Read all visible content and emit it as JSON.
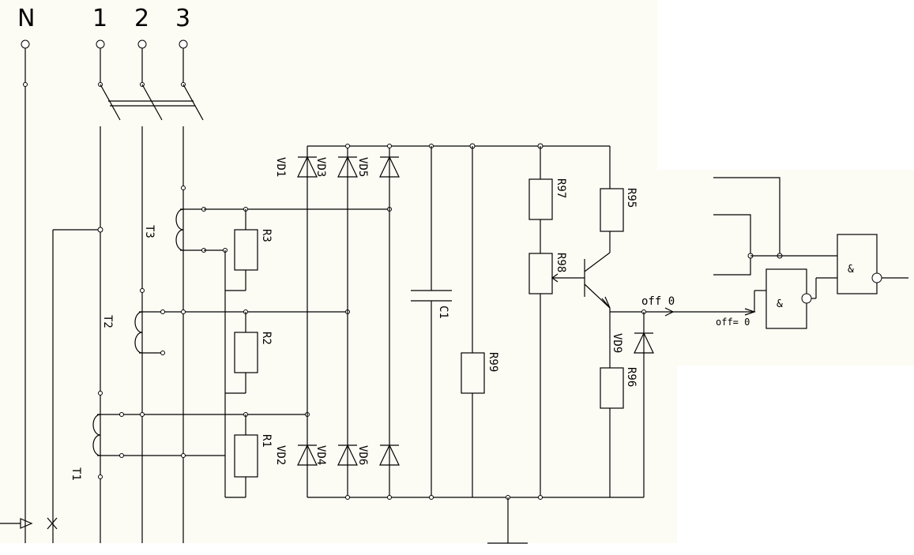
{
  "terminals": [
    "N",
    "1",
    "2",
    "3"
  ],
  "transformers": [
    "T3",
    "T2",
    "T1"
  ],
  "resistors": [
    "R3",
    "R2",
    "R1",
    "R97",
    "R98",
    "R99",
    "R95",
    "R96"
  ],
  "capacitor": "C1",
  "diodes": [
    "VD1",
    "VD3",
    "VD5",
    "VD2",
    "VD4",
    "VD6",
    "VD9"
  ],
  "signals": {
    "off_label": "off 0",
    "off_eq_label": "off= 0"
  },
  "gates": [
    "&",
    "&"
  ],
  "colors": {
    "background": "#fdfcf4",
    "line": "#000000"
  }
}
